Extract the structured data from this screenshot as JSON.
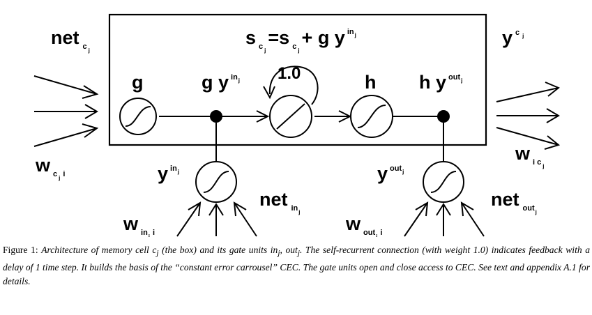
{
  "diagram": {
    "labels": {
      "net_cj": "net",
      "net_cj_sub": "c",
      "net_cj_subsub": "j",
      "sc_eq_left": "s",
      "sc_eq_left_sub": "c",
      "sc_eq_left_subsub": "j",
      "sc_eq_mid": "=s",
      "sc_eq_mid_sub": "c",
      "sc_eq_mid_subsub": "j",
      "sc_eq_plus": "+ g y",
      "sc_eq_sup": "in",
      "sc_eq_supsub": "j",
      "ycj": "y",
      "ycj_sup": "c",
      "ycj_supsub": "j",
      "g": "g",
      "gyin": "g y",
      "gyin_sup": "in",
      "gyin_supsub": "j",
      "self_weight": "1.0",
      "h": "h",
      "hyout": "h y",
      "hyout_sup": "out",
      "hyout_supsub": "j",
      "wcji": "w",
      "wcji_sub": "c",
      "wcji_subsub": "j",
      "wcji_i": "i",
      "wicj": "w",
      "wicj_sub": "i c",
      "wicj_subsub": "j",
      "yin": "y",
      "yin_sup": "in",
      "yin_supsub": "j",
      "netin": "net",
      "netin_sub": "in",
      "netin_subsub": "j",
      "winji": "w",
      "winji_sub": "in",
      "winji_subsub": "j",
      "winji_i": "i",
      "yout": "y",
      "yout_sup": "out",
      "yout_supsub": "j",
      "netout": "net",
      "netout_sub": "out",
      "netout_subsub": "j",
      "wouti": "w",
      "wouti_sub": "out",
      "wouti_subsub": "j",
      "wouti_i": "i"
    }
  },
  "caption": {
    "prefix": "Figure 1:",
    "line1": "Architecture of memory cell c",
    "line1_sub": "j",
    "line1b": "(the box) and its gate units in",
    "line1b_sub": "j",
    "line1c": ", out",
    "line1c_sub": "j",
    "line1d": ". The self-recurrent connection (with weight 1.0) indicates feedback with a delay of 1 time step. It builds the basis of the “constant error carrousel” CEC. The gate units open and close access to CEC. See text and appendix A.1 for details."
  }
}
